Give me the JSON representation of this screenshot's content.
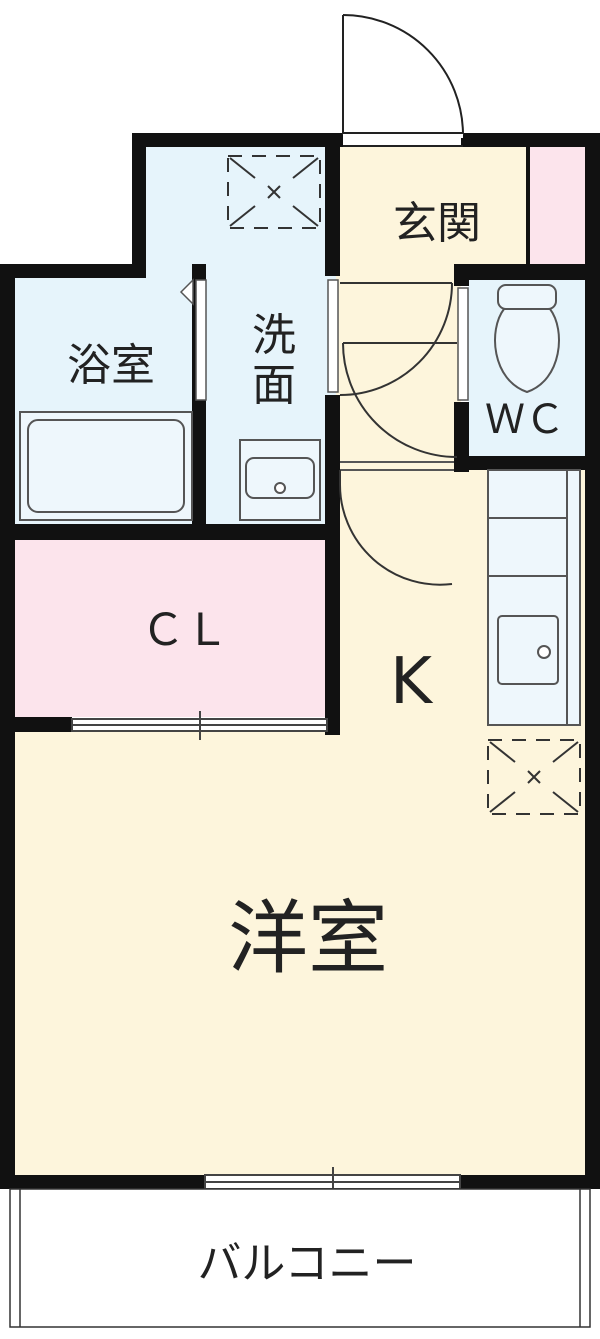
{
  "rooms": {
    "genkan": "玄関",
    "wc": "ＷＣ",
    "bath": "浴室",
    "senmen_top": "洗",
    "senmen_bottom": "面",
    "closet": "ＣＬ",
    "kitchen": "K",
    "western": "洋室",
    "balcony": "バルコニー"
  },
  "colors": {
    "wall": "#111111",
    "blue": "#e6f4fb",
    "pink": "#fce4ec",
    "cream": "#fdf5dc",
    "fixture_stroke": "#555555",
    "dashed": "#333333"
  }
}
